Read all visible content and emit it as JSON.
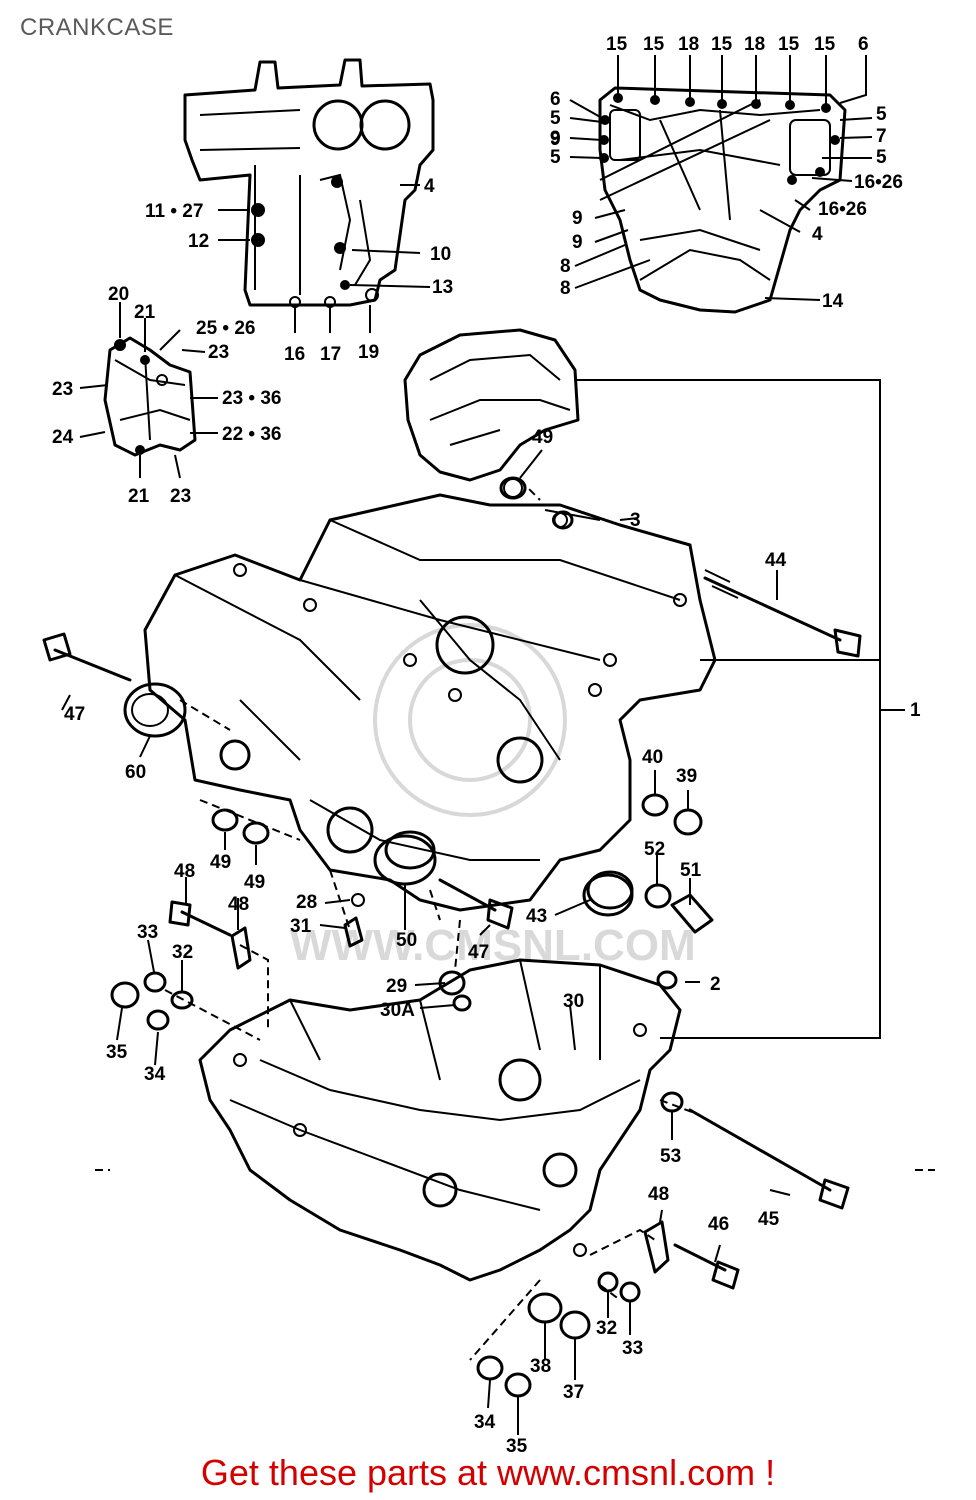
{
  "title": "CRANKCASE",
  "footer": {
    "prefix": "Get these parts at ",
    "link_text": "www.cmsnl.com",
    "suffix": " !"
  },
  "watermark": "WWW.CMSNL.COM",
  "callouts": [
    "15",
    "15",
    "18",
    "15",
    "18",
    "15",
    "15",
    "6",
    "6",
    "5",
    "9",
    "9",
    "5",
    "5",
    "7",
    "5",
    "16•26",
    "16•26",
    "4",
    "9",
    "9",
    "8",
    "8",
    "14",
    "11 • 27",
    "12",
    "4",
    "10",
    "13",
    "16",
    "17",
    "19",
    "20",
    "21",
    "25 • 26",
    "23",
    "23",
    "23 • 36",
    "24",
    "22 • 36",
    "21",
    "23",
    "49",
    "3",
    "44",
    "47",
    "60",
    "1",
    "40",
    "39",
    "49",
    "49",
    "52",
    "51",
    "48",
    "28",
    "31",
    "50",
    "47",
    "43",
    "48",
    "33",
    "32",
    "2",
    "29",
    "30A",
    "30",
    "35",
    "34",
    "53",
    "45",
    "48",
    "46",
    "32",
    "33",
    "38",
    "37",
    "34",
    "35"
  ]
}
